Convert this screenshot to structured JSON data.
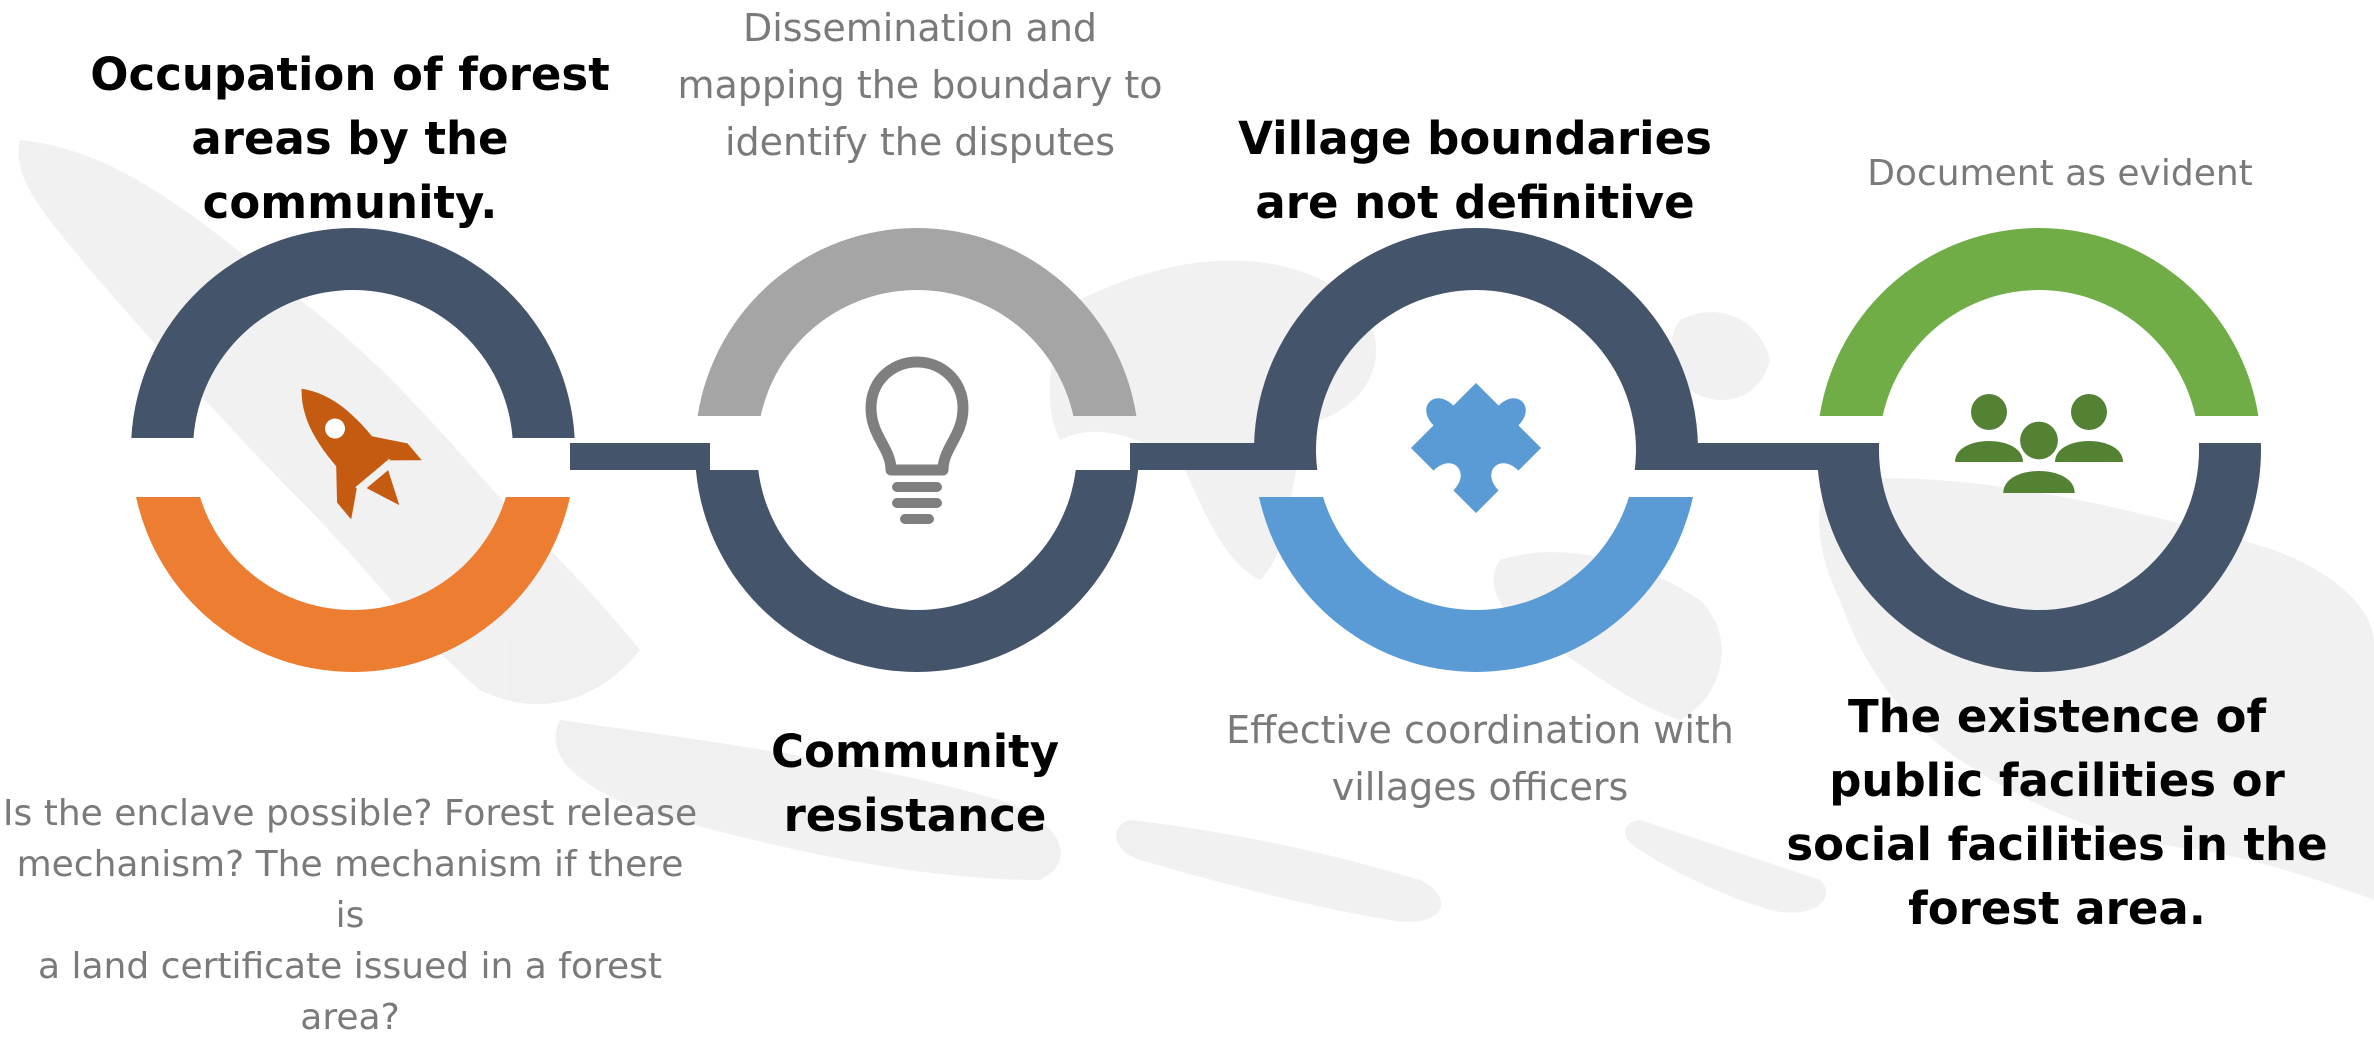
{
  "colors": {
    "navy": "#44546a",
    "orange": "#ed7d31",
    "gray": "#a5a5a5",
    "blue": "#5b9bd5",
    "green": "#70ad47",
    "rocket": "#c55a11",
    "bulb": "#7f7f7f",
    "puzzle": "#5b9bd5",
    "people": "#548235",
    "map": "#f1f1f1"
  },
  "steps": [
    {
      "icon": "rocket-icon",
      "heading": [
        "Occupation of forest",
        "areas by the",
        "community."
      ],
      "note": [
        "Is the enclave possible? Forest release",
        "mechanism? The mechanism if there is",
        "a land certificate issued in a forest",
        "area?"
      ]
    },
    {
      "icon": "lightbulb-icon",
      "heading": [
        "Community",
        "resistance"
      ],
      "note": [
        "Dissemination and",
        "mapping the boundary to",
        "identify the disputes"
      ]
    },
    {
      "icon": "puzzle-icon",
      "heading": [
        "Village boundaries",
        "are not definitive"
      ],
      "note": [
        "Effective coordination with",
        "villages officers"
      ]
    },
    {
      "icon": "people-icon",
      "heading": [
        "The existence of",
        "public facilities or",
        "social facilities in the",
        "forest area."
      ],
      "note": [
        "Document as evident"
      ]
    }
  ]
}
